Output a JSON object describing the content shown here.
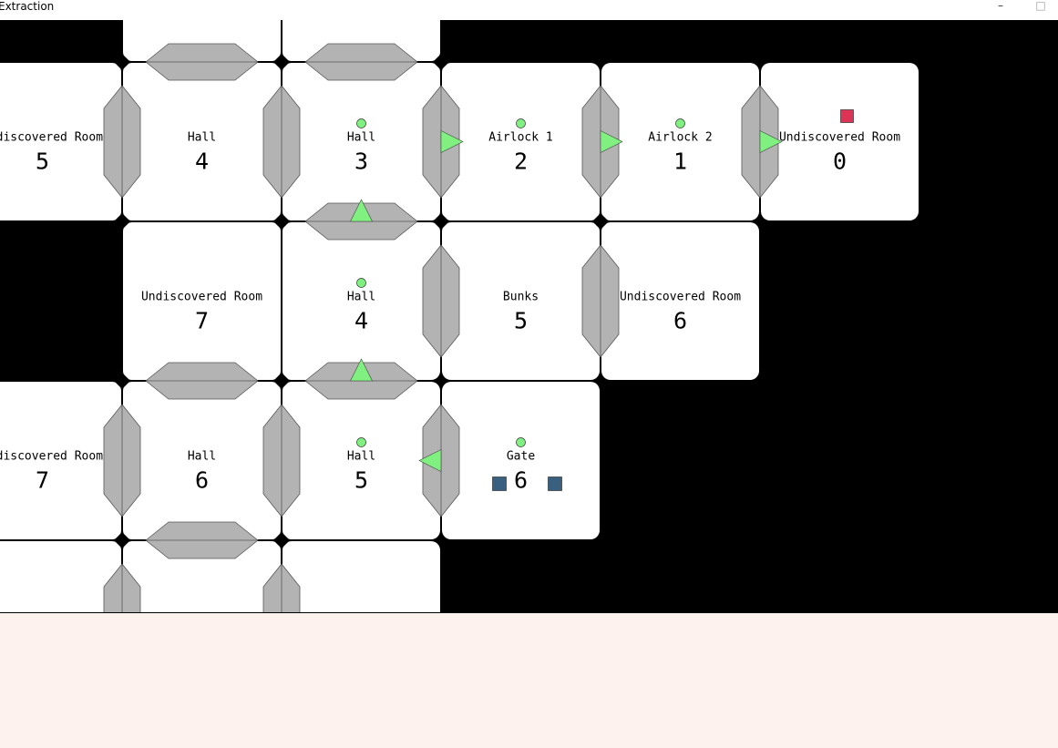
{
  "window": {
    "title": "Extraction",
    "minimize_glyph": "–",
    "maximize_glyph": "□"
  },
  "colors": {
    "background": "#000000",
    "room": "#ffffff",
    "door": "#b3b3b3",
    "marker": "#80f080",
    "enemy": "#dd3355",
    "crew": "#3a6080",
    "panel": "#fdf2ed"
  },
  "rooms": [
    {
      "col": 1,
      "row": -1,
      "name": "",
      "number": ""
    },
    {
      "col": 2,
      "row": -1,
      "name": "",
      "number": ""
    },
    {
      "col": 0,
      "row": 0,
      "name": "Undiscovered Room",
      "number": "5"
    },
    {
      "col": 1,
      "row": 0,
      "name": "Hall",
      "number": "4"
    },
    {
      "col": 2,
      "row": 0,
      "name": "Hall",
      "number": "3",
      "dot": true
    },
    {
      "col": 3,
      "row": 0,
      "name": "Airlock 1",
      "number": "2",
      "dot": true
    },
    {
      "col": 4,
      "row": 0,
      "name": "Airlock 2",
      "number": "1",
      "dot": true
    },
    {
      "col": 5,
      "row": 0,
      "name": "Undiscovered Room",
      "number": "0",
      "enemy": true
    },
    {
      "col": 1,
      "row": 1,
      "name": "Undiscovered Room",
      "number": "7"
    },
    {
      "col": 2,
      "row": 1,
      "name": "Hall",
      "number": "4",
      "dot": true
    },
    {
      "col": 3,
      "row": 1,
      "name": "Bunks",
      "number": "5"
    },
    {
      "col": 4,
      "row": 1,
      "name": "Undiscovered Room",
      "number": "6"
    },
    {
      "col": 0,
      "row": 2,
      "name": "Undiscovered Room",
      "number": "7"
    },
    {
      "col": 1,
      "row": 2,
      "name": "Hall",
      "number": "6"
    },
    {
      "col": 2,
      "row": 2,
      "name": "Hall",
      "number": "5",
      "dot": true
    },
    {
      "col": 3,
      "row": 2,
      "name": "Gate",
      "number": "6",
      "dot": true,
      "crew": 2
    },
    {
      "col": 0,
      "row": 3,
      "name": "",
      "number": ""
    },
    {
      "col": 1,
      "row": 3,
      "name": "",
      "number": ""
    },
    {
      "col": 2,
      "row": 3,
      "name": "",
      "number": ""
    }
  ],
  "doors": [
    {
      "col": 1,
      "row": -1,
      "side": "bottom"
    },
    {
      "col": 2,
      "row": -1,
      "side": "bottom"
    },
    {
      "col": 0,
      "row": 0,
      "side": "right"
    },
    {
      "col": 1,
      "row": 0,
      "side": "right"
    },
    {
      "col": 2,
      "row": 0,
      "side": "right"
    },
    {
      "col": 3,
      "row": 0,
      "side": "right"
    },
    {
      "col": 4,
      "row": 0,
      "side": "right"
    },
    {
      "col": 2,
      "row": 0,
      "side": "bottom"
    },
    {
      "col": 2,
      "row": 1,
      "side": "right"
    },
    {
      "col": 3,
      "row": 1,
      "side": "right"
    },
    {
      "col": 1,
      "row": 1,
      "side": "bottom"
    },
    {
      "col": 2,
      "row": 1,
      "side": "bottom"
    },
    {
      "col": 0,
      "row": 2,
      "side": "right"
    },
    {
      "col": 1,
      "row": 2,
      "side": "right"
    },
    {
      "col": 2,
      "row": 2,
      "side": "right"
    },
    {
      "col": 1,
      "row": 2,
      "side": "bottom"
    },
    {
      "col": 0,
      "row": 3,
      "side": "right"
    },
    {
      "col": 1,
      "row": 3,
      "side": "right"
    }
  ],
  "arrows": [
    {
      "col": 2,
      "row": 0,
      "side": "right",
      "dir": "right"
    },
    {
      "col": 3,
      "row": 0,
      "side": "right",
      "dir": "right"
    },
    {
      "col": 4,
      "row": 0,
      "side": "right",
      "dir": "right"
    },
    {
      "col": 2,
      "row": 0,
      "side": "bottom",
      "dir": "up"
    },
    {
      "col": 2,
      "row": 1,
      "side": "bottom",
      "dir": "up"
    },
    {
      "col": 2,
      "row": 2,
      "side": "right",
      "dir": "left"
    }
  ]
}
